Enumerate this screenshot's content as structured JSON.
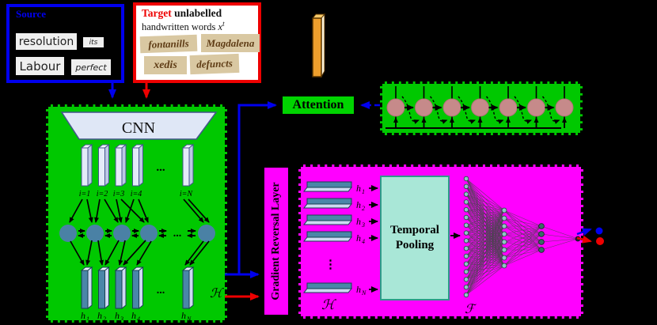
{
  "colors": {
    "background": "#000000",
    "panel_green": "#00c800",
    "panel_magenta": "#ff00ff",
    "source_border_blue": "#0000ee",
    "target_border_red": "#ee0000",
    "feature_bar_teal": "#4a86a8",
    "rnn_unit_rose": "#c68a8a",
    "encoder_unit_blue": "#4a81a5",
    "cnn_fill": "#dfe7f6",
    "pooling_fill": "#a9e7d7",
    "column_gold": "#ef9f2c",
    "output_dot_blue": "#0000ee",
    "output_dot_red": "#ee0000"
  },
  "network_structure": {
    "attention_units": 7,
    "encoder_frames_shown": 5,
    "encoder_recurrent_units_shown": 5,
    "mlp_layer_sizes": [
      16,
      8,
      4,
      1
    ]
  },
  "source_panel": {
    "title": "Source",
    "words": [
      "resolution",
      "its",
      "Labour",
      "perfect"
    ]
  },
  "target_panel": {
    "title_highlight": "Target",
    "title_rest": " unlabelled",
    "subtitle": "handwritten words ",
    "var_base": "x",
    "var_sup": "t",
    "words": [
      "fontanills",
      "Magdalena",
      "xedis",
      "defuncts"
    ]
  },
  "attention_label": "Attention",
  "encoder": {
    "cnn_label": "CNN",
    "frame_labels": [
      "i=1",
      "i=2",
      "i=3",
      "i=4"
    ],
    "frame_label_last": "i=N",
    "hdots": "...",
    "h_base": "h",
    "h_subs": [
      "1",
      "2",
      "3",
      "4"
    ],
    "h_sub_last": "N",
    "set_symbol": "ℋ"
  },
  "grl_label": "Gradient Reversal Layer",
  "discriminator": {
    "h_base": "h",
    "h_subs": [
      "1",
      "2",
      "3",
      "4"
    ],
    "h_sub_last": "N",
    "vdots": "⋮",
    "set_symbol": "ℋ",
    "pooling_lines": [
      "Temporal",
      "Pooling"
    ],
    "classifier_symbol": "ℱ"
  }
}
